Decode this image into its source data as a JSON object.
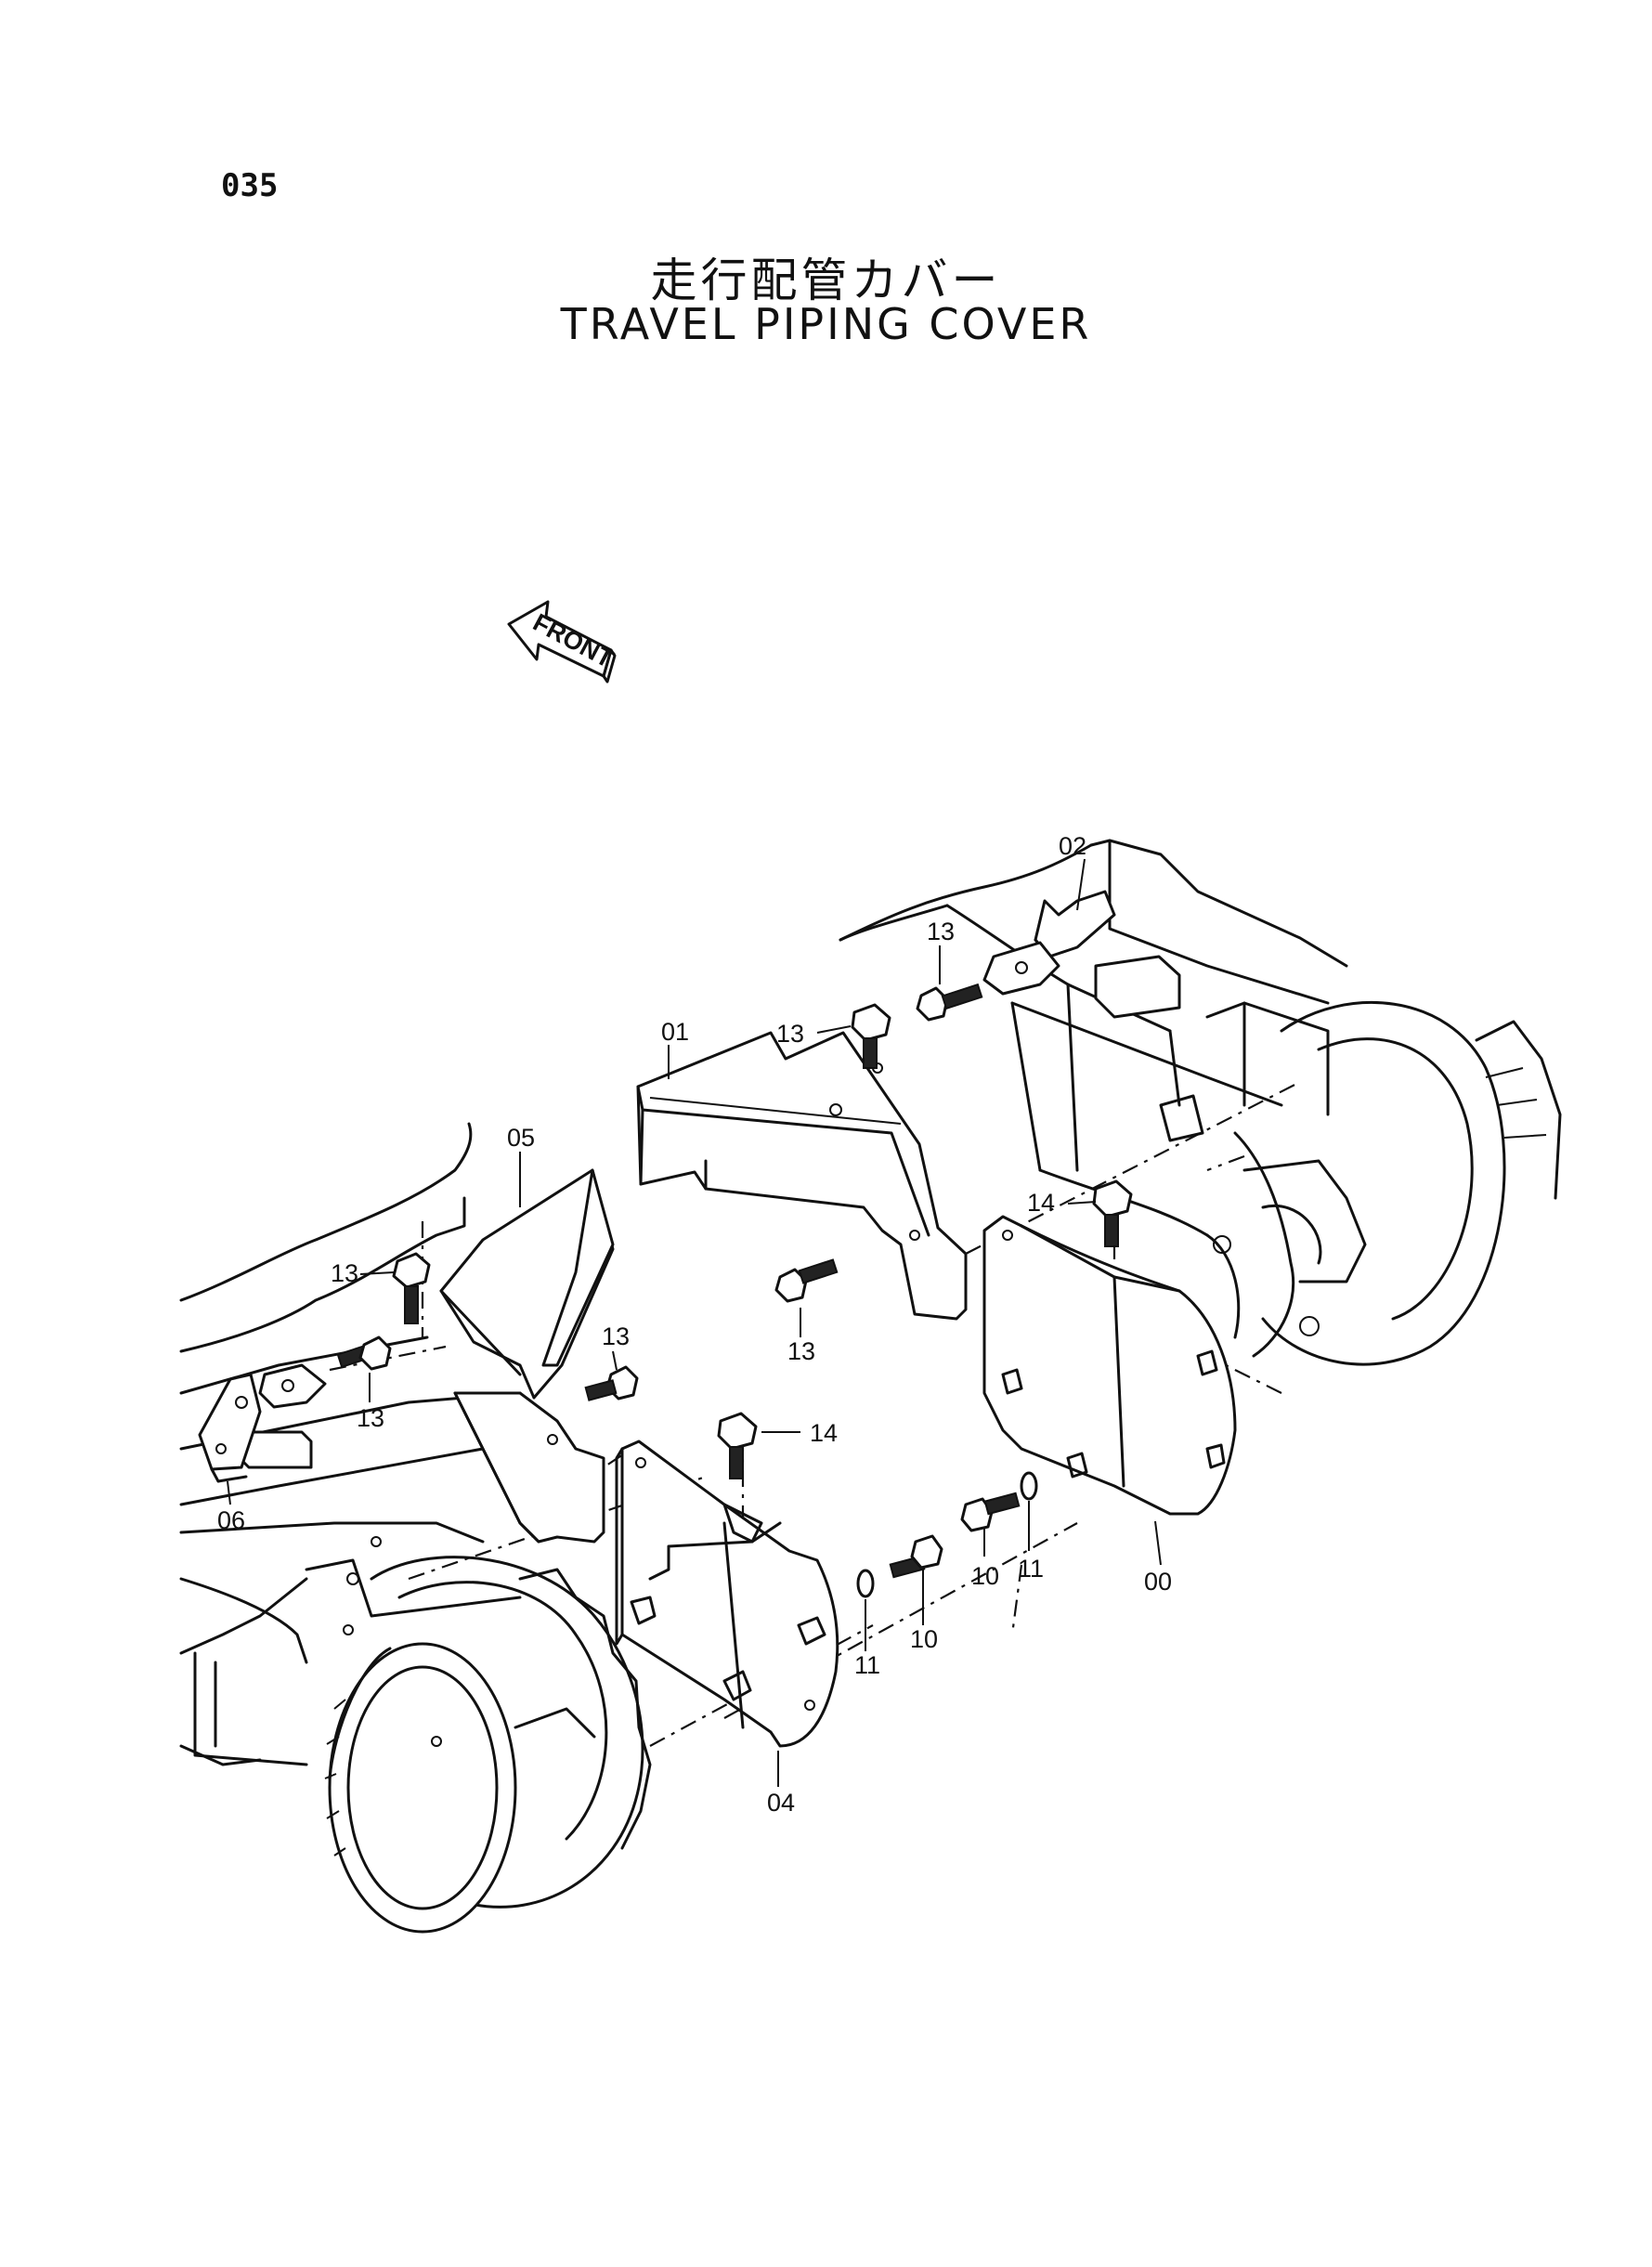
{
  "page_number": "035",
  "title_jp": "走行配管カバー",
  "title_en": "TRAVEL PIPING COVER",
  "front_label": "FRONT",
  "callouts": {
    "c00": "00",
    "c01": "01",
    "c02": "02",
    "c04": "04",
    "c05": "05",
    "c06": "06",
    "c10a": "10",
    "c10b": "10",
    "c11a": "11",
    "c11b": "11",
    "c13a": "13",
    "c13b": "13",
    "c13c": "13",
    "c13d": "13",
    "c13e": "13",
    "c13f": "13",
    "c14a": "14",
    "c14b": "14"
  }
}
